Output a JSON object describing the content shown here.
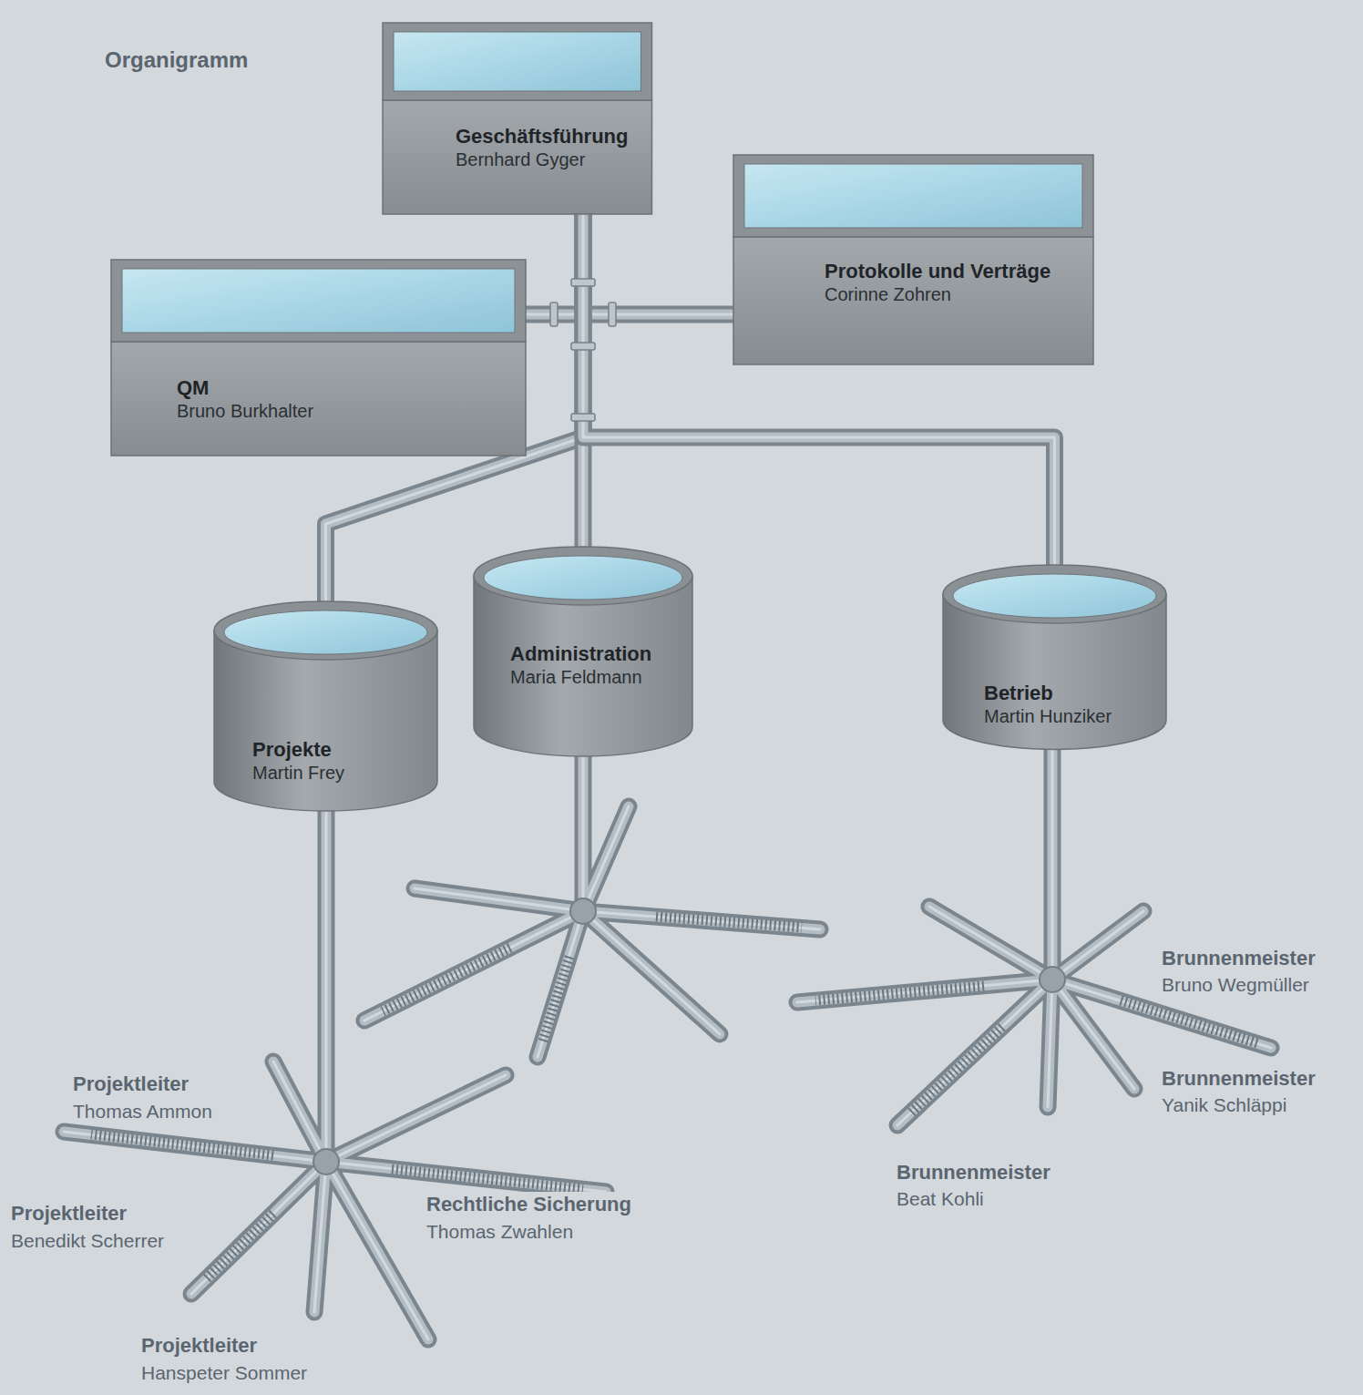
{
  "diagram": {
    "title": "Organigramm",
    "nodes": [
      {
        "text": [
          "Geschäftsführung",
          "Bernhard Gyger"
        ]
      },
      {
        "text": [
          "QM",
          "Bruno Burkhalter"
        ]
      },
      {
        "text": [
          "Protokolle und Verträge",
          "Corinne Zohren"
        ]
      },
      {
        "text": [
          "Projekte",
          "Martin Frey"
        ]
      },
      {
        "text": [
          "Administration",
          "Maria Feldmann"
        ]
      },
      {
        "text": [
          "Betrieb",
          "Martin Hunziker"
        ]
      }
    ],
    "edges": [
      {
        "from": 0,
        "to": 1,
        "arrow": "none"
      },
      {
        "from": 0,
        "to": 2,
        "arrow": "none"
      },
      {
        "from": 0,
        "to": 3,
        "arrow": "none"
      },
      {
        "from": 0,
        "to": 4,
        "arrow": "none"
      },
      {
        "from": 0,
        "to": 5,
        "arrow": "none"
      }
    ],
    "labels": [
      "Projektleiter",
      "Thomas Ammon",
      "Projektleiter",
      "Benedikt Scherrer",
      "Rechtliche Sicherung",
      "Thomas Zwahlen",
      "Projektleiter",
      "Hanspeter Sommer",
      "Brunnenmeister",
      "Bruno Wegmüller",
      "Brunnenmeister",
      "Yanik Schläppi",
      "Brunnenmeister",
      "Beat Kohli"
    ]
  }
}
